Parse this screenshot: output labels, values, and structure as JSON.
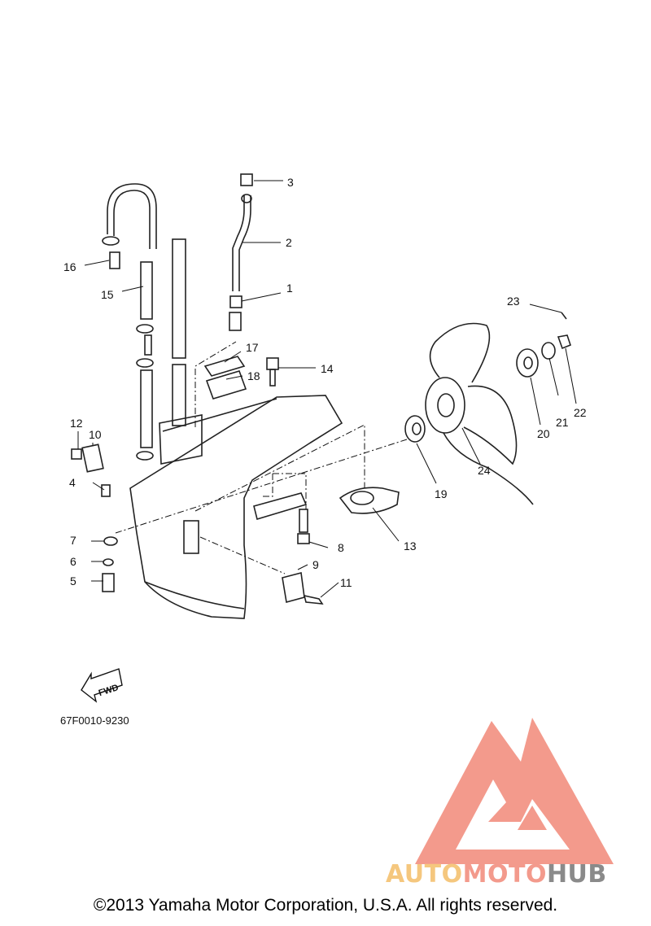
{
  "callouts": [
    {
      "id": "1",
      "label": "1"
    },
    {
      "id": "2",
      "label": "2"
    },
    {
      "id": "3",
      "label": "3"
    },
    {
      "id": "4",
      "label": "4"
    },
    {
      "id": "5",
      "label": "5"
    },
    {
      "id": "6",
      "label": "6"
    },
    {
      "id": "7",
      "label": "7"
    },
    {
      "id": "8",
      "label": "8"
    },
    {
      "id": "9",
      "label": "9"
    },
    {
      "id": "10",
      "label": "10"
    },
    {
      "id": "11",
      "label": "11"
    },
    {
      "id": "12",
      "label": "12"
    },
    {
      "id": "13",
      "label": "13"
    },
    {
      "id": "14",
      "label": "14"
    },
    {
      "id": "15",
      "label": "15"
    },
    {
      "id": "16",
      "label": "16"
    },
    {
      "id": "17",
      "label": "17"
    },
    {
      "id": "18",
      "label": "18"
    },
    {
      "id": "19",
      "label": "19"
    },
    {
      "id": "20",
      "label": "20"
    },
    {
      "id": "21",
      "label": "21"
    },
    {
      "id": "22",
      "label": "22"
    },
    {
      "id": "23",
      "label": "23"
    },
    {
      "id": "24",
      "label": "24"
    }
  ],
  "fwd_label": "FWD",
  "part_code": "67F0010-9230",
  "copyright": "©2013 Yamaha Motor Corporation, U.S.A. All rights reserved.",
  "watermark": {
    "part1": "AUTO",
    "part2": "MOTO",
    "part3": "HUB",
    "colors": {
      "auto": "#f5c77e",
      "moto": "#f39a8c",
      "hub": "#8a8a8a",
      "triangle": "#f39a8c"
    }
  }
}
